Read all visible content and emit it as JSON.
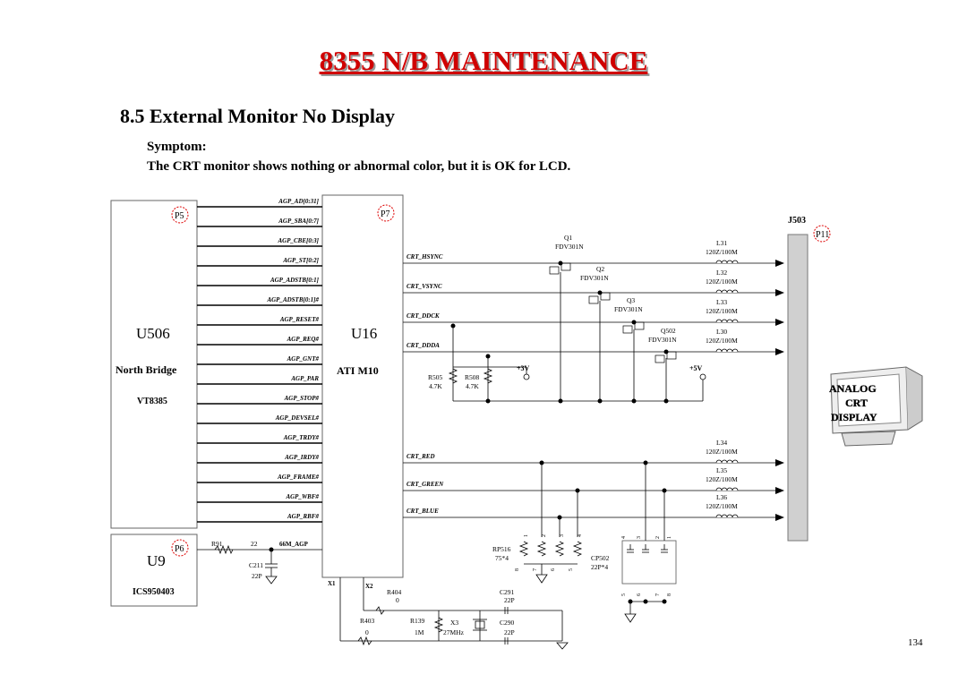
{
  "header": {
    "title": "8355 N/B MAINTENANCE",
    "section": "8.5 External Monitor No Display",
    "symptom_label": "Symptom:",
    "symptom_text": "The CRT monitor shows nothing or abnormal color,  but it is OK for LCD.",
    "page_number": "134"
  },
  "chips": {
    "u506": {
      "ref": "U506",
      "name": "North Bridge",
      "part": "VT8385",
      "page": "P5"
    },
    "u16": {
      "ref": "U16",
      "name": "ATI M10",
      "page": "P7"
    },
    "u9": {
      "ref": "U9",
      "part": "ICS950403",
      "page": "P6"
    },
    "j503": {
      "ref": "J503",
      "page": "P11"
    }
  },
  "agp_signals": [
    "AGP_AD[0:31]",
    "AGP_SBA[0:7]",
    "AGP_CBE[0:3]",
    "AGP_ST[0:2]",
    "AGP_ADSTB[0:1]",
    "AGP_ADSTB[0:1]#",
    "AGP_RESET#",
    "AGP_REQ#",
    "AGP_GNT#",
    "AGP_PAR",
    "AGP_STOP#",
    "AGP_DEVSEL#",
    "AGP_TRDY#",
    "AGP_IRDY#",
    "AGP_FRAME#",
    "AGP_WBF#",
    "AGP_RBF#"
  ],
  "crt_signals": [
    "CRT_HSYNC",
    "CRT_VSYNC",
    "CRT_DDCK",
    "CRT_DDDA",
    "CRT_RED",
    "CRT_GREEN",
    "CRT_BLUE"
  ],
  "transistors": [
    {
      "ref": "Q1",
      "part": "FDV301N"
    },
    {
      "ref": "Q2",
      "part": "FDV301N"
    },
    {
      "ref": "Q3",
      "part": "FDV301N"
    },
    {
      "ref": "Q502",
      "part": "FDV301N"
    }
  ],
  "inductors": [
    {
      "ref": "L31",
      "value": "120Z/100M"
    },
    {
      "ref": "L32",
      "value": "120Z/100M"
    },
    {
      "ref": "L33",
      "value": "120Z/100M"
    },
    {
      "ref": "L30",
      "value": "120Z/100M"
    },
    {
      "ref": "L34",
      "value": "120Z/100M"
    },
    {
      "ref": "L35",
      "value": "120Z/100M"
    },
    {
      "ref": "L36",
      "value": "120Z/100M"
    }
  ],
  "resistors": {
    "r505": {
      "ref": "R505",
      "value": "4.7K"
    },
    "r508": {
      "ref": "R508",
      "value": "4.7K"
    },
    "rp516": {
      "ref": "RP516",
      "value": "75*4"
    },
    "r91": {
      "ref": "R91",
      "value": "22"
    },
    "r404": {
      "ref": "R404",
      "value": "0"
    },
    "r403": {
      "ref": "R403",
      "value": "0"
    },
    "r139": {
      "ref": "R139",
      "value": "1M"
    }
  },
  "capacitors": {
    "c211": {
      "ref": "C211",
      "value": "22P"
    },
    "c291": {
      "ref": "C291",
      "value": "22P"
    },
    "c290": {
      "ref": "C290",
      "value": "22P"
    },
    "cp502": {
      "ref": "CP502",
      "value": "22P*4"
    }
  },
  "crystal": {
    "ref": "X3",
    "value": "27MHz"
  },
  "nets": {
    "clk": "66M_AGP",
    "x1": "X1",
    "x2": "X2",
    "v3": "+3V",
    "v5": "+5V"
  },
  "pins": {
    "rp_top": [
      "1",
      "2",
      "3",
      "4"
    ],
    "rp_bottom": [
      "8",
      "7",
      "6",
      "5"
    ],
    "cp_top": [
      "4",
      "3",
      "2",
      "1"
    ],
    "cp_bottom": [
      "5",
      "6",
      "7",
      "8"
    ]
  },
  "monitor": {
    "line1": "ANALOG",
    "line2": "CRT",
    "line3": "DISPLAY"
  }
}
